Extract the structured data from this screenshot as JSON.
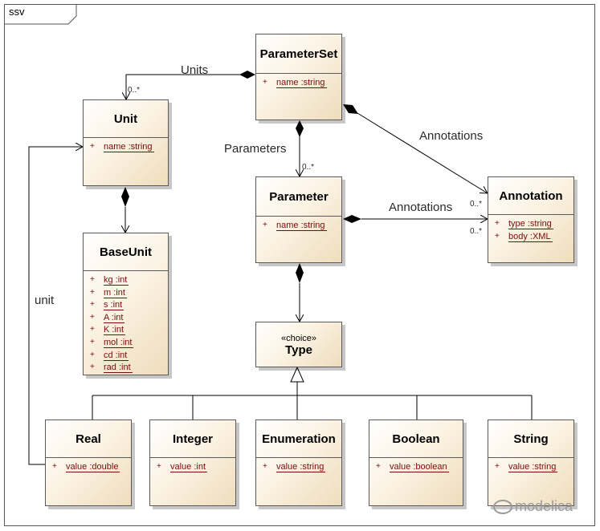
{
  "diagram": {
    "frame_label": "ssv",
    "classes": {
      "parameterset": {
        "name": "ParameterSet",
        "attributes": [
          {
            "vis": "+",
            "text": "name :string"
          }
        ]
      },
      "unit": {
        "name": "Unit",
        "attributes": [
          {
            "vis": "+",
            "text": "name :string"
          }
        ]
      },
      "baseunit": {
        "name": "BaseUnit",
        "attributes": [
          {
            "vis": "+",
            "text": "kg :int"
          },
          {
            "vis": "+",
            "text": "m :int"
          },
          {
            "vis": "+",
            "text": "s :int"
          },
          {
            "vis": "+",
            "text": "A :int"
          },
          {
            "vis": "+",
            "text": "K :int"
          },
          {
            "vis": "+",
            "text": "mol :int"
          },
          {
            "vis": "+",
            "text": "cd :int"
          },
          {
            "vis": "+",
            "text": "rad :int"
          }
        ]
      },
      "parameter": {
        "name": "Parameter",
        "attributes": [
          {
            "vis": "+",
            "text": "name :string"
          }
        ]
      },
      "annotation": {
        "name": "Annotation",
        "attributes": [
          {
            "vis": "+",
            "text": "type :string"
          },
          {
            "vis": "+",
            "text": "body :XML"
          }
        ]
      },
      "type": {
        "stereotype": "«choice»",
        "name": "Type",
        "attributes": []
      },
      "real": {
        "name": "Real",
        "attributes": [
          {
            "vis": "+",
            "text": "value :double"
          }
        ]
      },
      "integer": {
        "name": "Integer",
        "attributes": [
          {
            "vis": "+",
            "text": "value :int"
          }
        ]
      },
      "enumeration": {
        "name": "Enumeration",
        "attributes": [
          {
            "vis": "+",
            "text": "value :string"
          }
        ]
      },
      "boolean": {
        "name": "Boolean",
        "attributes": [
          {
            "vis": "+",
            "text": "value :boolean"
          }
        ]
      },
      "string": {
        "name": "String",
        "attributes": [
          {
            "vis": "+",
            "text": "value :string"
          }
        ]
      }
    },
    "associations": {
      "units": {
        "label": "Units",
        "multiplicity": "0..*"
      },
      "parameters": {
        "label": "Parameters",
        "multiplicity": "0..*"
      },
      "set_annotations": {
        "label": "Annotations",
        "multiplicity": "0..*"
      },
      "param_annotations": {
        "label": "Annotations",
        "multiplicity": "0..*"
      },
      "unit_ref": {
        "label": "unit"
      }
    },
    "watermark": "modelica"
  }
}
